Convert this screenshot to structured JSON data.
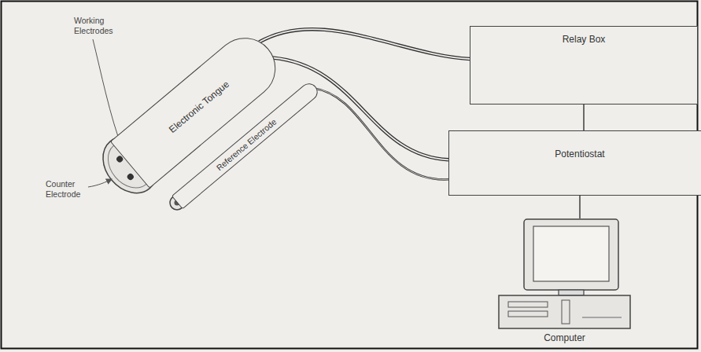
{
  "diagram": {
    "nodes": [
      {
        "text": [
          "Electronic Tongue"
        ]
      },
      {
        "text": [
          "Reference Electrode"
        ]
      },
      {
        "text": [
          "Relay Box"
        ]
      },
      {
        "text": [
          "Potentiostat"
        ]
      },
      {
        "text": [
          "Computer"
        ]
      }
    ],
    "edges": [
      {
        "from": 0,
        "to": 2,
        "arrow": "none"
      },
      {
        "from": 0,
        "to": 3,
        "arrow": "none"
      },
      {
        "from": 1,
        "to": 3,
        "arrow": "none"
      },
      {
        "from": 2,
        "to": 3,
        "arrow": "none"
      },
      {
        "from": 3,
        "to": 4,
        "arrow": "none"
      }
    ],
    "labels": [
      "Working Electrodes",
      "Counter Electrode"
    ]
  }
}
